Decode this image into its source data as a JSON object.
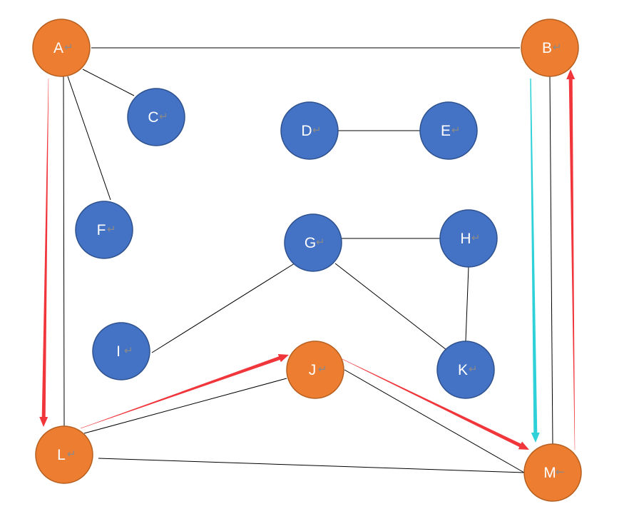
{
  "diagram": {
    "colors": {
      "orange": "#ED7D31",
      "orange_stroke": "#B65F1F",
      "blue": "#4472C4",
      "blue_stroke": "#2F528F",
      "edge": "#000000",
      "red_arrow": "#F0353B",
      "cyan_arrow": "#2ED1D8",
      "return_glyph": "#8a8a8a"
    },
    "return_symbol": "↵",
    "return_symbol_alt": "←",
    "nodes": [
      {
        "id": "A",
        "label": "A",
        "color": "orange"
      },
      {
        "id": "B",
        "label": "B",
        "color": "orange"
      },
      {
        "id": "C",
        "label": "C",
        "color": "blue"
      },
      {
        "id": "D",
        "label": "D",
        "color": "blue"
      },
      {
        "id": "E",
        "label": "E",
        "color": "blue"
      },
      {
        "id": "F",
        "label": "F",
        "color": "blue"
      },
      {
        "id": "G",
        "label": "G",
        "color": "blue"
      },
      {
        "id": "H",
        "label": "H",
        "color": "blue"
      },
      {
        "id": "I",
        "label": "I",
        "color": "blue"
      },
      {
        "id": "J",
        "label": "J",
        "color": "orange"
      },
      {
        "id": "K",
        "label": "K",
        "color": "blue"
      },
      {
        "id": "L",
        "label": "L",
        "color": "orange"
      },
      {
        "id": "M",
        "label": "M",
        "color": "orange"
      }
    ],
    "edges": [
      {
        "from": "A",
        "to": "B"
      },
      {
        "from": "A",
        "to": "C"
      },
      {
        "from": "A",
        "to": "F"
      },
      {
        "from": "A",
        "to": "L"
      },
      {
        "from": "B",
        "to": "M"
      },
      {
        "from": "D",
        "to": "E"
      },
      {
        "from": "G",
        "to": "H"
      },
      {
        "from": "G",
        "to": "I"
      },
      {
        "from": "G",
        "to": "K"
      },
      {
        "from": "H",
        "to": "K"
      },
      {
        "from": "J",
        "to": "L"
      },
      {
        "from": "J",
        "to": "M"
      },
      {
        "from": "L",
        "to": "M"
      }
    ],
    "arrows": [
      {
        "from": "A",
        "to": "L",
        "color": "red_arrow"
      },
      {
        "from": "L",
        "to": "J",
        "color": "red_arrow"
      },
      {
        "from": "J",
        "to": "M",
        "color": "red_arrow"
      },
      {
        "from": "M",
        "to": "B",
        "color": "red_arrow"
      },
      {
        "from": "B",
        "to": "M",
        "color": "cyan_arrow"
      }
    ]
  }
}
